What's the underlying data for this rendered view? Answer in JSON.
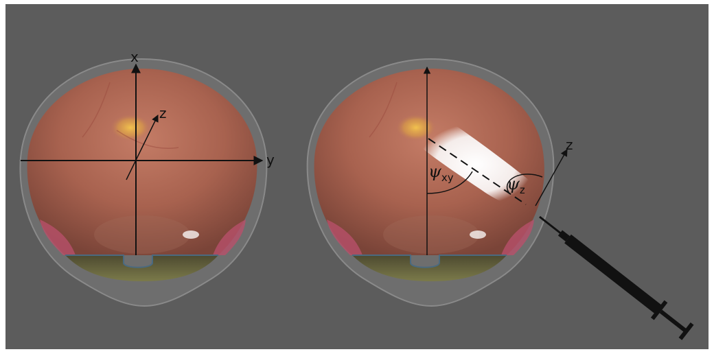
{
  "left_panel": {
    "axis_x_label": "x",
    "axis_y_label": "y",
    "axis_z_label": "z"
  },
  "right_panel": {
    "axis_z_label": "z",
    "angle_xy_symbol": "ψ",
    "angle_xy_subscript": "xy",
    "angle_z_symbol": "ψ",
    "angle_z_subscript": "z"
  },
  "colors": {
    "background": "#5c5c5c",
    "retina": "#b8705e",
    "fovea": "#e8b444",
    "injection_plume": "#ffffff",
    "syringe": "#111111"
  }
}
